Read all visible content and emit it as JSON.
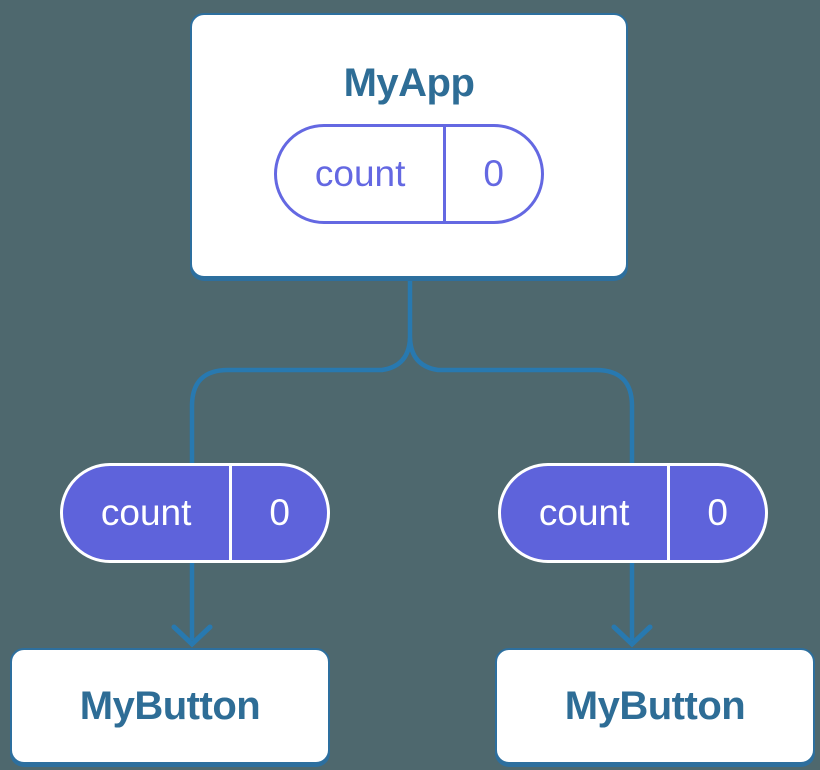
{
  "colors": {
    "bg": "#4E686E",
    "connector": "#2879B0",
    "node_border": "#2D6F9E",
    "node_text": "#2E6D96",
    "pill_fill": "#5E63DB",
    "pill_outline": "#6468E2",
    "pill_text": "#FFFFFF",
    "node_fill": "#FFFFFF"
  },
  "diagram": {
    "root": {
      "label": "MyApp",
      "state": {
        "name": "count",
        "value": "0"
      }
    },
    "children": [
      {
        "label": "MyButton",
        "state": {
          "name": "count",
          "value": "0"
        }
      },
      {
        "label": "MyButton",
        "state": {
          "name": "count",
          "value": "0"
        }
      }
    ]
  }
}
